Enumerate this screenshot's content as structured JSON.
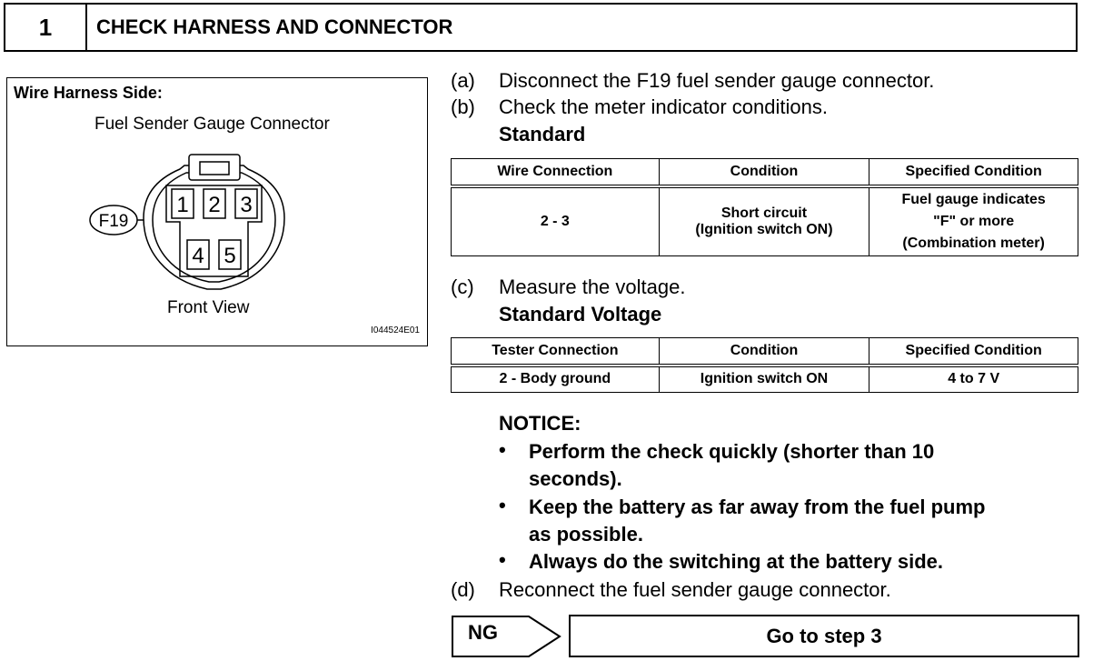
{
  "header": {
    "number": "1",
    "title": "CHECK HARNESS AND CONNECTOR"
  },
  "figure": {
    "title": "Wire Harness Side:",
    "subtitle": "Fuel Sender Gauge Connector",
    "connector_id": "F19",
    "pins": [
      "1",
      "2",
      "3",
      "4",
      "5"
    ],
    "view_label": "Front View",
    "code": "I044524E01"
  },
  "steps": {
    "a": {
      "label": "(a)",
      "text": "Disconnect the F19 fuel sender gauge connector."
    },
    "b": {
      "label": "(b)",
      "text": "Check the meter indicator conditions."
    },
    "c": {
      "label": "(c)",
      "text": "Measure the voltage."
    },
    "d": {
      "label": "(d)",
      "text": "Reconnect the fuel sender gauge connector."
    }
  },
  "standard": {
    "heading": "Standard",
    "columns": [
      "Wire Connection",
      "Condition",
      "Specified Condition"
    ],
    "row": {
      "connection": "2 - 3",
      "condition_1": "Short circuit",
      "condition_2": "(Ignition switch ON)",
      "spec_1": "Fuel gauge indicates",
      "spec_2": "\"F\" or more",
      "spec_3": "(Combination meter)"
    }
  },
  "standard_voltage": {
    "heading": "Standard Voltage",
    "columns": [
      "Tester Connection",
      "Condition",
      "Specified Condition"
    ],
    "row": {
      "connection": "2 - Body ground",
      "condition": "Ignition switch ON",
      "spec": "4 to 7 V"
    }
  },
  "notice": {
    "heading": "NOTICE:",
    "bullet_char": "•",
    "items": [
      {
        "line1": "Perform the check quickly (shorter than 10",
        "line2": "seconds)."
      },
      {
        "line1": "Keep the battery as far away from the fuel pump",
        "line2": "as possible."
      },
      {
        "line1": "Always do the switching at the battery side."
      }
    ]
  },
  "result": {
    "ng_label": "NG",
    "goto_text": "Go to step 3"
  }
}
